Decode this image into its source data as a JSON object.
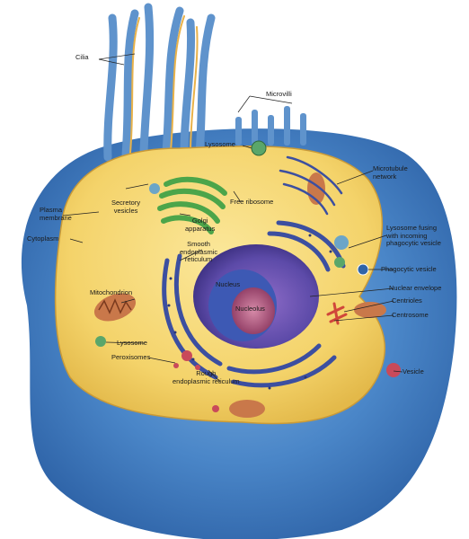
{
  "diagram": {
    "labels": {
      "cilia": "Cilia",
      "microvilli": "Microvilli",
      "lysosome_top": "Lysosome",
      "microtubule_network": [
        "Microtubule",
        "network"
      ],
      "secretory_vesicles": [
        "Secretory",
        "vesicles"
      ],
      "free_ribosome": "Free ribosome",
      "plasma_membrane": [
        "Plasma",
        "membrane"
      ],
      "golgi_apparatus": [
        "Golgi",
        "apparatus"
      ],
      "lysosome_fusing": [
        "Lysosome fusing",
        "with incoming",
        "phagocytic vesicle"
      ],
      "cytoplasm": "Cytoplasm",
      "smooth_er": [
        "Smooth",
        "endoplasmic",
        "reticulum"
      ],
      "phagocytic_vesicle": "Phagocytic vesicle",
      "nucleus": "Nucleus",
      "nuclear_envelope": "Nuclear envelope",
      "mitochondrion": "Mitochondrion",
      "nucleolus": "Nucleolus",
      "centrioles": "Centrioles",
      "centrosome": "Centrosome",
      "lysosome_bottom": "Lysosome",
      "peroxisomes": "Peroxisomes",
      "vesicle": "Vesicle",
      "rough_er": [
        "Rough",
        "endoplasmic reticulum"
      ]
    },
    "colors": {
      "cell_blue": "#4a86c8",
      "cytoplasm_yellow": "#f4d36a",
      "nucleus_purple": "#5c4aa8",
      "nucleolus_red": "#a14a72",
      "golgi_green": "#4ca54a",
      "mito_orange": "#c9784a",
      "er_blue": "#3c4fa0"
    }
  }
}
